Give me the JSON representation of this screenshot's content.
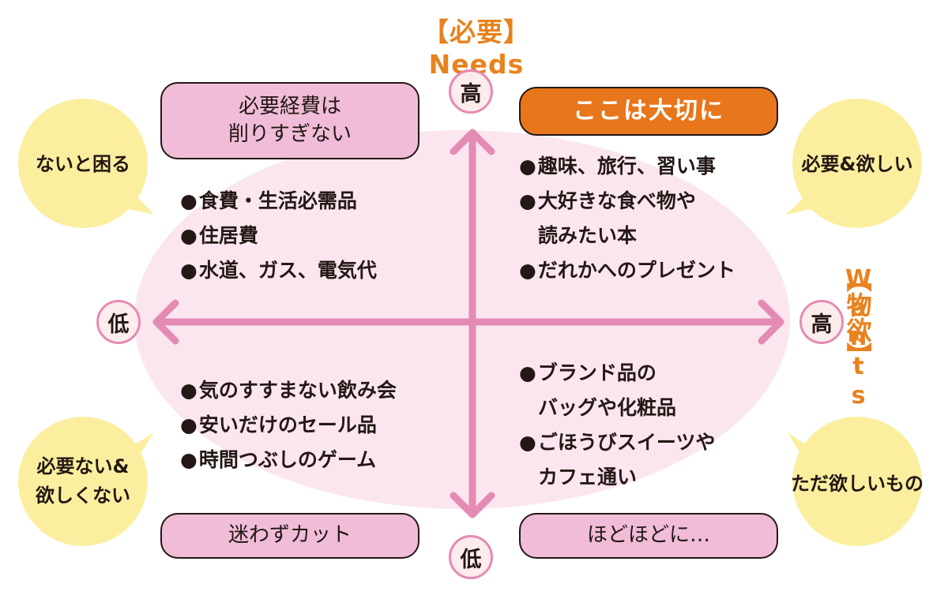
{
  "axes": {
    "vertical_title": "【必要】Needs",
    "horizontal_title_kanji": "【物欲】",
    "horizontal_title_latin": "Wants",
    "top_label": "高",
    "bottom_label": "低",
    "left_label": "低",
    "right_label": "高"
  },
  "quadrants": {
    "top_left": {
      "header": "必要経費は\n削りすぎない",
      "items": [
        "食費・生活必需品",
        "住居費",
        "水道、ガス、電気代"
      ]
    },
    "top_right": {
      "header": "ここは大切に",
      "items": [
        "趣味、旅行、習い事",
        "大好きな食べ物や",
        "読みたい本",
        "だれかへのプレゼント"
      ]
    },
    "bottom_left": {
      "header": "迷わずカット",
      "items": [
        "気のすすまない飲み会",
        "安いだけのセール品",
        "時間つぶしのゲーム"
      ]
    },
    "bottom_right": {
      "header": "ほどほどに…",
      "items": [
        "ブランド品の",
        "バッグや化粧品",
        "ごほうびスイーツや",
        "カフェ通い"
      ]
    }
  },
  "bubbles": {
    "top_left": "ないと困る",
    "top_right": "必要&欲しい",
    "bottom_left": "必要ない&\n欲しくない",
    "bottom_right": "ただ欲しいもの"
  },
  "colors": {
    "accent_orange": "#e8821e",
    "arrow_pink": "#e48bb4",
    "pill_pink": "#f0bcd7",
    "ellipse_pink": "#fbe6ef",
    "bubble_yellow": "#fbef9f"
  }
}
